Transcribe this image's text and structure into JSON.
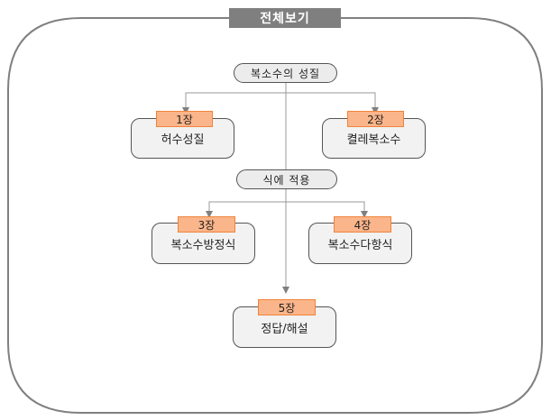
{
  "title": "전체보기",
  "sections": [
    {
      "label": "복소수의 성질"
    },
    {
      "label": "식에 적용"
    }
  ],
  "chapters": [
    {
      "tag": "1장",
      "label": "허수성질"
    },
    {
      "tag": "2장",
      "label": "켤레복소수"
    },
    {
      "tag": "3장",
      "label": "복소수방정식"
    },
    {
      "tag": "4장",
      "label": "복소수다항식"
    },
    {
      "tag": "5장",
      "label": "정답/해설"
    }
  ],
  "colors": {
    "tag_fill": "#fbb58a",
    "tag_border": "#f0833a",
    "title_fill": "#7f7f7f",
    "line": "#808080"
  }
}
